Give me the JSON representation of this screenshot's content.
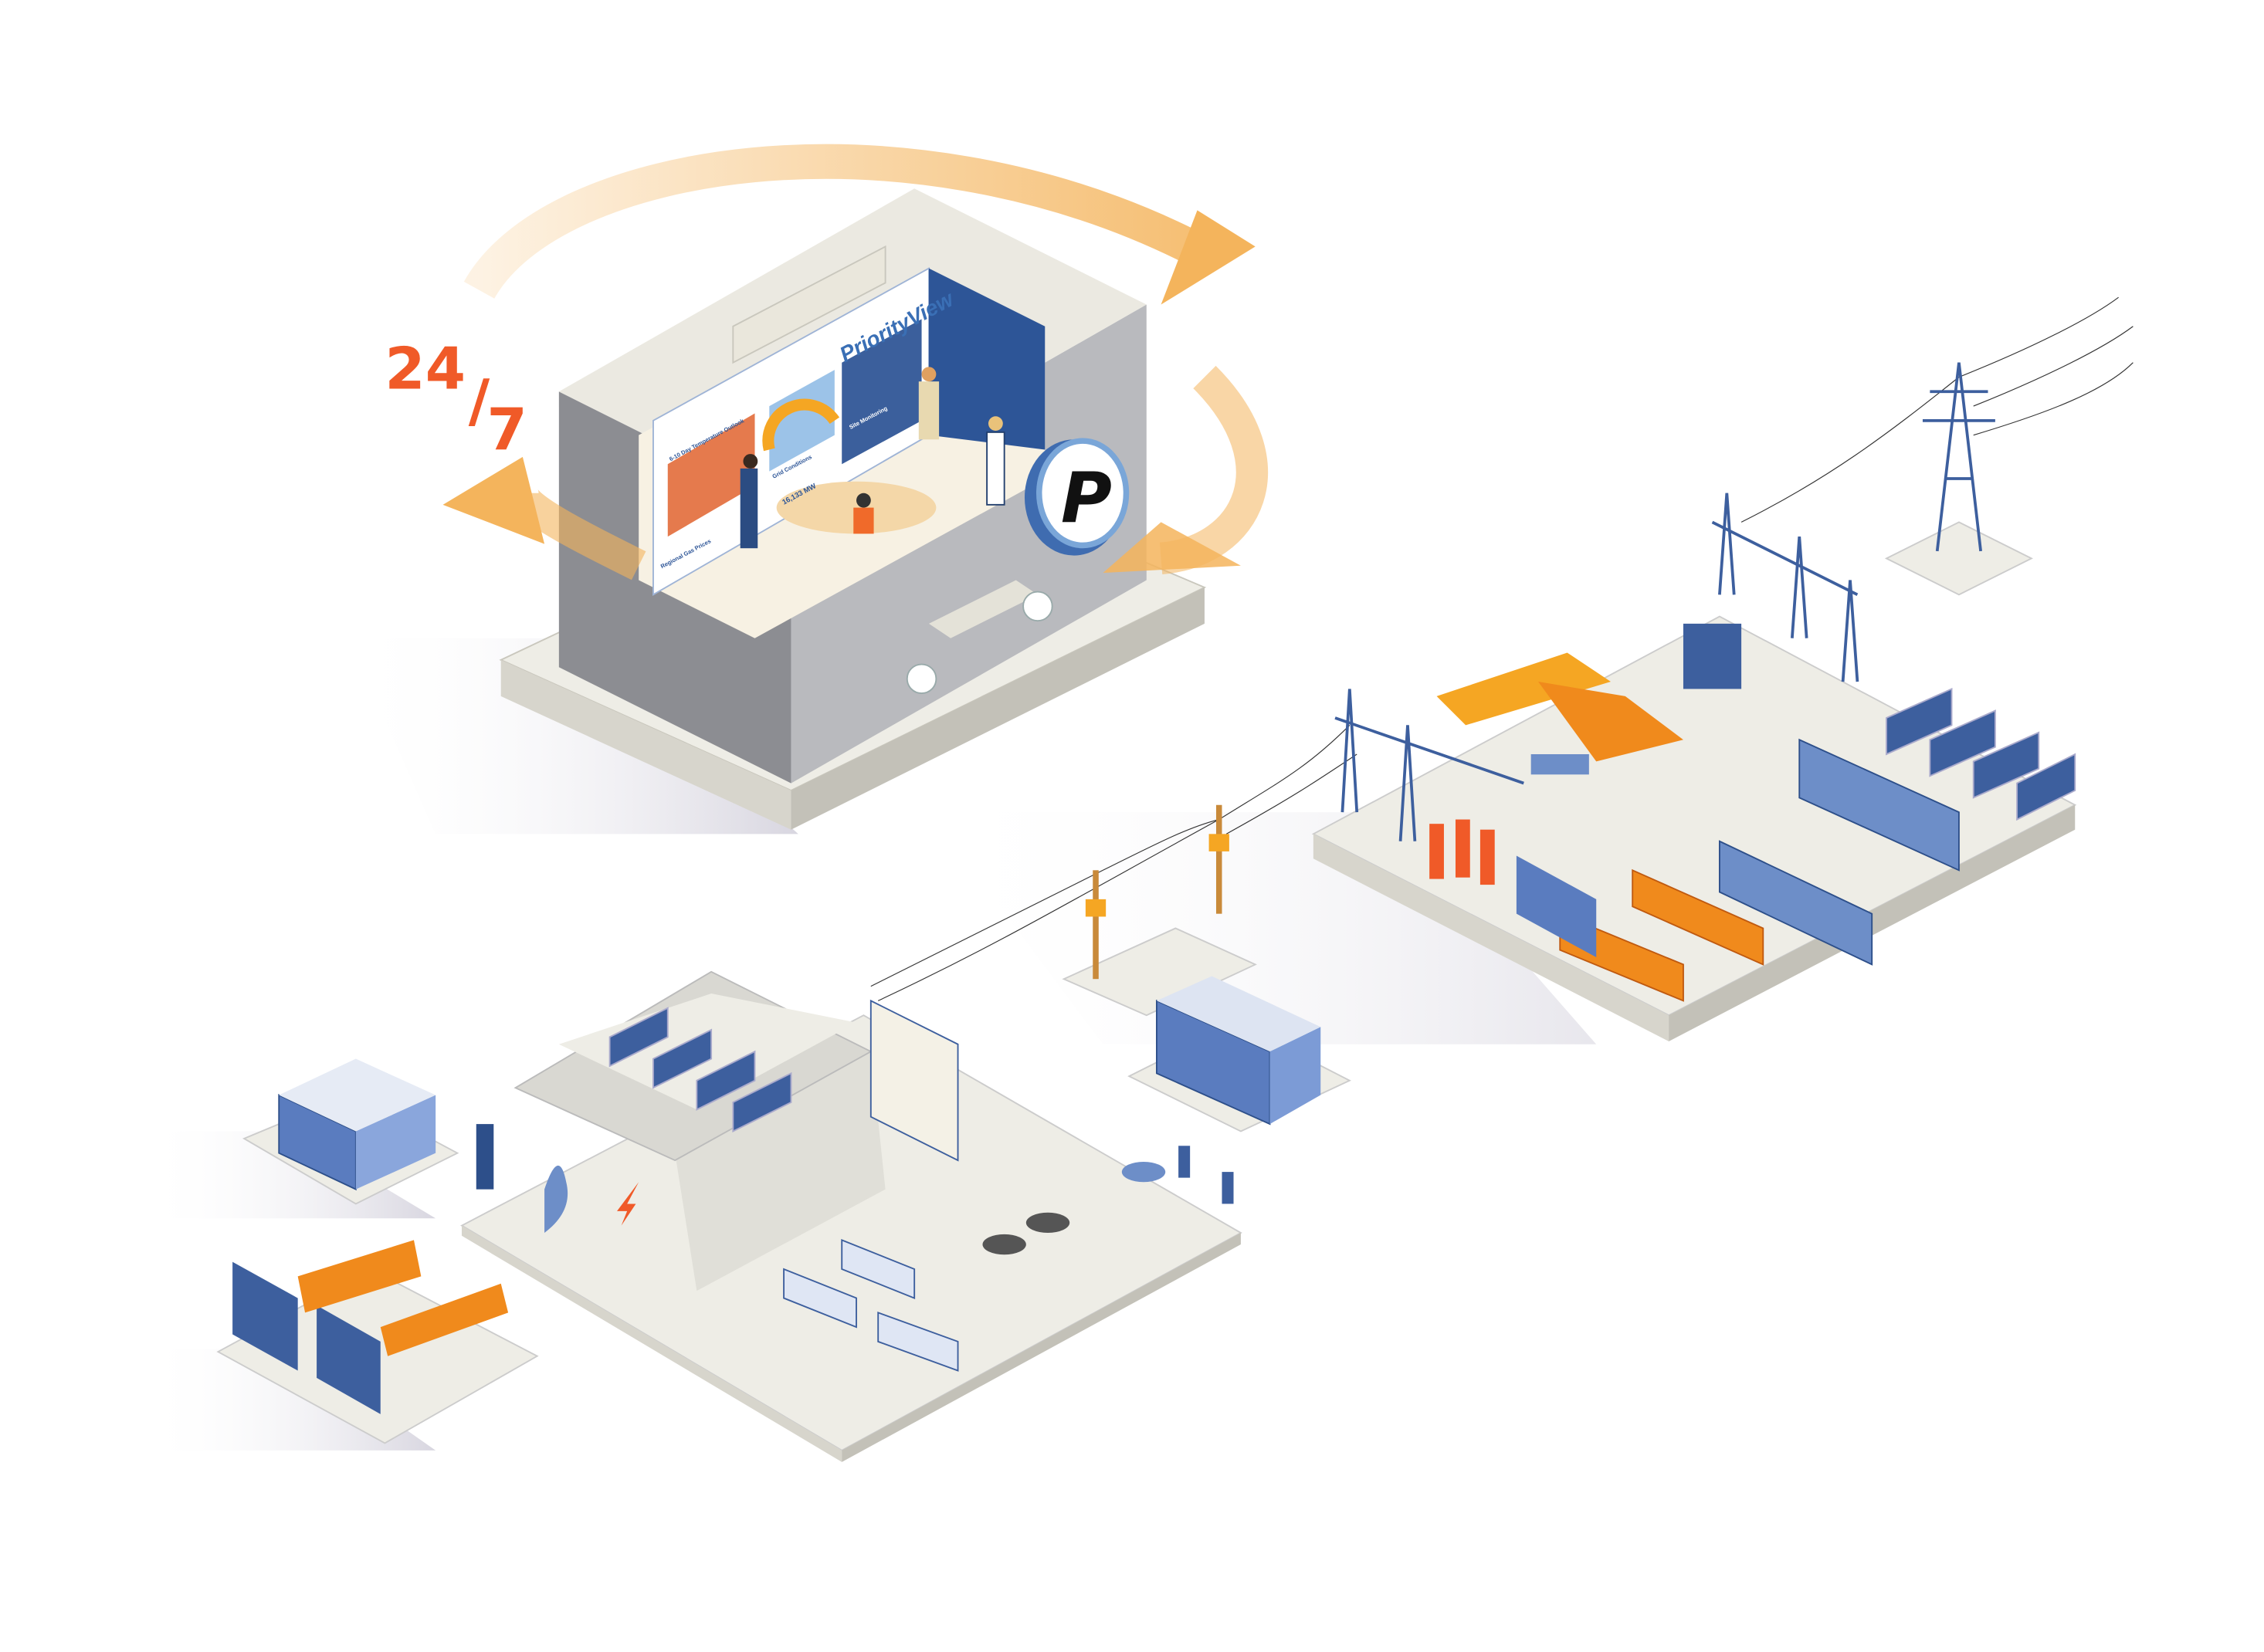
{
  "headline": {
    "text": "24/7",
    "hours": "24",
    "days": "7"
  },
  "control_room": {
    "brand": "PriorityView",
    "logo_letter": "P",
    "screens": {
      "temperature_outlook": "6-10 Day Temperature Outlook",
      "grid_conditions": "Grid Conditions",
      "grid_value": "16,133 MW",
      "site_monitoring": "Site Monitoring",
      "gas_prices": "Regional Gas Prices"
    }
  },
  "colors": {
    "accent_orange": "#f05a28",
    "arrow_orange": "#f4b45c",
    "equipment_blue": "#3d5f9e",
    "generator_orange": "#f08a1c",
    "platform": "#e9e8e2"
  },
  "scene_elements": [
    "control-center",
    "substation",
    "transmission-tower",
    "utility-poles",
    "battery-storage",
    "generators",
    "solar-panels",
    "commercial-facility",
    "ev-chargers",
    "mobile-generators"
  ]
}
